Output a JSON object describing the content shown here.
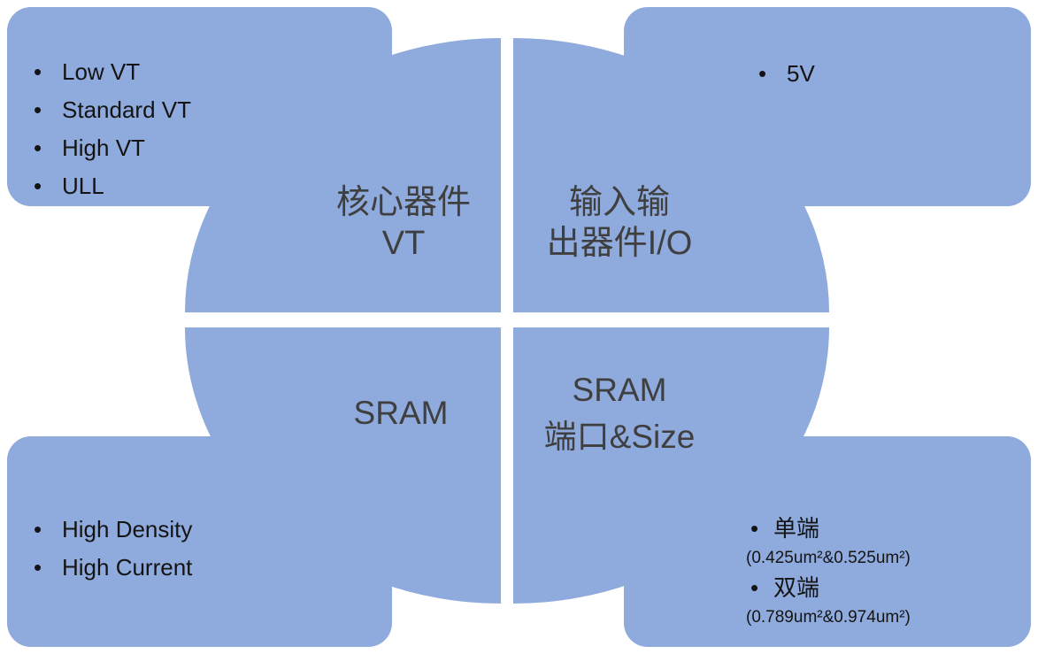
{
  "colors": {
    "shape_fill": "#8FAADC",
    "label_text": "#3F3F3F",
    "bullet_text": "#141414",
    "background": "#FFFFFF"
  },
  "quadrants": {
    "top_left": {
      "lines": [
        "核心器件",
        "VT"
      ]
    },
    "top_right": {
      "lines": [
        "输入输",
        "出器件I/O"
      ]
    },
    "bottom_left": {
      "lines": [
        "SRAM"
      ]
    },
    "bottom_right": {
      "lines": [
        "SRAM",
        "端口&Size"
      ]
    }
  },
  "boxes": {
    "top_left": {
      "items": [
        "Low VT",
        "Standard VT",
        "High VT",
        "ULL"
      ]
    },
    "top_right": {
      "items": [
        "5V"
      ]
    },
    "bottom_left": {
      "items": [
        "High Density",
        "High Current"
      ]
    },
    "bottom_right": {
      "items": [
        {
          "label": "单端",
          "detail": "(0.425um²&0.525um²)"
        },
        {
          "label": "双端",
          "detail": "(0.789um²&0.974um²)"
        }
      ]
    }
  }
}
